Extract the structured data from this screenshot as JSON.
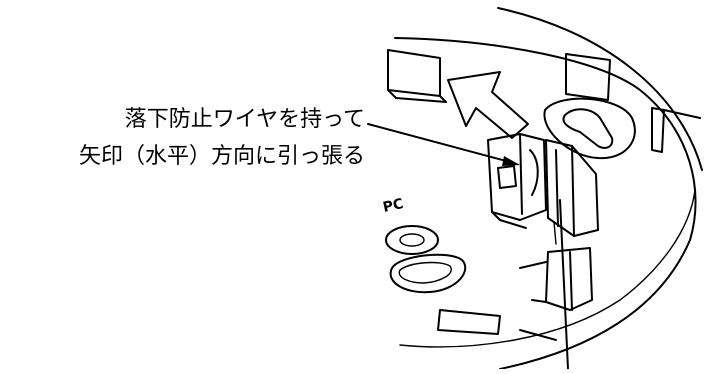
{
  "instruction": {
    "line1": "落下防止ワイヤを持って",
    "line2": "矢印（水平）方向に引っ張る"
  },
  "part_marking": "PC",
  "colors": {
    "ink": "#000000",
    "background": "#ffffff"
  }
}
